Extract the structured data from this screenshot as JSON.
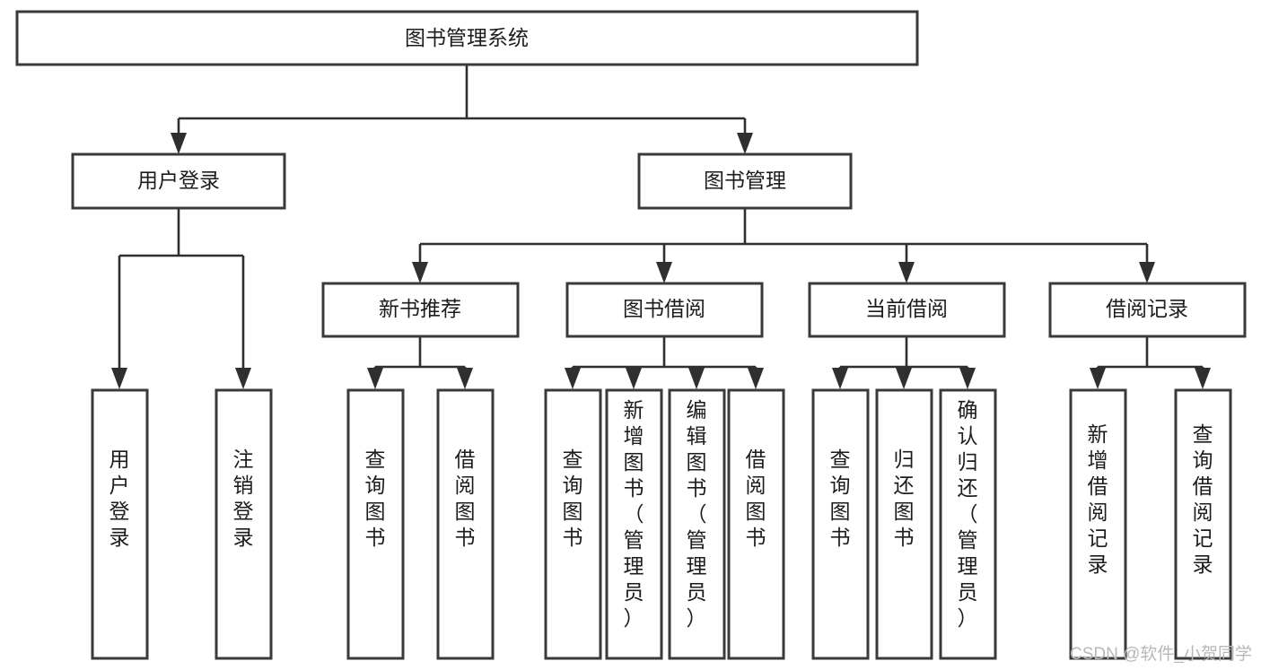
{
  "diagram": {
    "title": "图书管理系统",
    "type": "tree-hierarchy-chart",
    "root": {
      "id": "root",
      "label": "图书管理系统",
      "orientation": "horizontal"
    },
    "level1": [
      {
        "id": "user-login",
        "label": "用户登录",
        "orientation": "horizontal"
      },
      {
        "id": "book-manage",
        "label": "图书管理",
        "orientation": "horizontal"
      }
    ],
    "level2": [
      {
        "id": "new-book-rec",
        "label": "新书推荐",
        "orientation": "horizontal",
        "parent": "book-manage"
      },
      {
        "id": "book-borrow",
        "label": "图书借阅",
        "orientation": "horizontal",
        "parent": "book-manage"
      },
      {
        "id": "current-borrow",
        "label": "当前借阅",
        "orientation": "horizontal",
        "parent": "book-manage"
      },
      {
        "id": "borrow-record",
        "label": "借阅记录",
        "orientation": "horizontal",
        "parent": "book-manage"
      }
    ],
    "leaves": [
      {
        "id": "leaf-user-login",
        "parent": "user-login",
        "orientation": "vertical",
        "lines": [
          "用",
          "户",
          "登",
          "录"
        ],
        "text": "用户登录"
      },
      {
        "id": "leaf-user-logout",
        "parent": "user-login",
        "orientation": "vertical",
        "lines": [
          "注",
          "销",
          "登",
          "录"
        ],
        "text": "注销登录"
      },
      {
        "id": "leaf-query-book-1",
        "parent": "new-book-rec",
        "orientation": "vertical",
        "lines": [
          "查",
          "询",
          "图",
          "书"
        ],
        "text": "查询图书"
      },
      {
        "id": "leaf-borrow-book-1",
        "parent": "new-book-rec",
        "orientation": "vertical",
        "lines": [
          "借",
          "阅",
          "图",
          "书"
        ],
        "text": "借阅图书"
      },
      {
        "id": "leaf-query-book-2",
        "parent": "book-borrow",
        "orientation": "vertical",
        "lines": [
          "查",
          "询",
          "图",
          "书"
        ],
        "text": "查询图书"
      },
      {
        "id": "leaf-add-book-admin",
        "parent": "book-borrow",
        "orientation": "vertical",
        "lines": [
          "新",
          "增",
          "图",
          "书",
          "（",
          "管",
          "理",
          "员",
          "）"
        ],
        "text": "新增图书（管理员）"
      },
      {
        "id": "leaf-edit-book-admin",
        "parent": "book-borrow",
        "orientation": "vertical",
        "lines": [
          "编",
          "辑",
          "图",
          "书",
          "（",
          "管",
          "理",
          "员",
          "）"
        ],
        "text": "编辑图书（管理员）"
      },
      {
        "id": "leaf-borrow-book-2",
        "parent": "book-borrow",
        "orientation": "vertical",
        "lines": [
          "借",
          "阅",
          "图",
          "书"
        ],
        "text": "借阅图书"
      },
      {
        "id": "leaf-query-book-3",
        "parent": "current-borrow",
        "orientation": "vertical",
        "lines": [
          "查",
          "询",
          "图",
          "书"
        ],
        "text": "查询图书"
      },
      {
        "id": "leaf-return-book",
        "parent": "current-borrow",
        "orientation": "vertical",
        "lines": [
          "归",
          "还",
          "图",
          "书"
        ],
        "text": "归还图书"
      },
      {
        "id": "leaf-confirm-return-admin",
        "parent": "current-borrow",
        "orientation": "vertical",
        "lines": [
          "确",
          "认",
          "归",
          "还",
          "（",
          "管",
          "理",
          "员",
          "）"
        ],
        "text": "确认归还（管理员）"
      },
      {
        "id": "leaf-add-borrow-record",
        "parent": "borrow-record",
        "orientation": "vertical",
        "lines": [
          "新",
          "增",
          "借",
          "阅",
          "记",
          "录"
        ],
        "text": "新增借阅记录"
      },
      {
        "id": "leaf-query-borrow-record",
        "parent": "borrow-record",
        "orientation": "vertical",
        "lines": [
          "查",
          "询",
          "借",
          "阅",
          "记",
          "录"
        ],
        "text": "查询借阅记录"
      }
    ],
    "colors": {
      "box_stroke": "#3a3a3a",
      "box_fill": "#ffffff",
      "connector": "#2f2f2f",
      "text": "#1c1c1c",
      "background": "#ffffff",
      "watermark": "#b8b8b8"
    }
  },
  "watermark": {
    "text": "CSDN @软件_小贺同学"
  }
}
